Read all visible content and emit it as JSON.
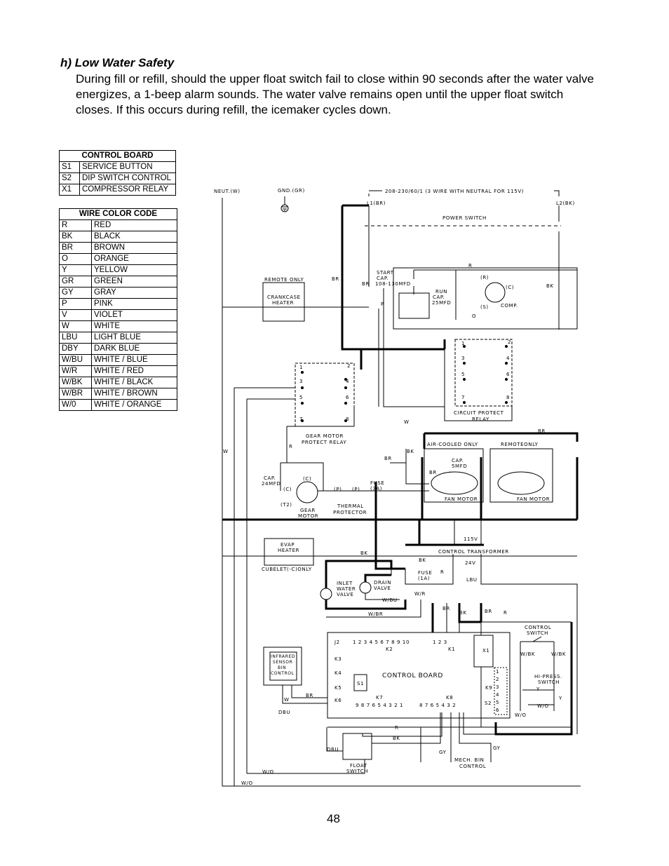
{
  "section": {
    "heading": "h) Low Water Safety",
    "body": "During fill or refill, should the upper float switch fail to close within 90 seconds after the water valve energizes, a 1-beep alarm sounds. The water valve remains open until the upper float switch closes. If this occurs during refill, the icemaker cycles down."
  },
  "control_board_table": {
    "title": "CONTROL BOARD",
    "rows": [
      {
        "code": "S1",
        "desc": "SERVICE BUTTON"
      },
      {
        "code": "S2",
        "desc": "DIP SWITCH CONTROL"
      },
      {
        "code": "X1",
        "desc": "COMPRESSOR RELAY"
      }
    ]
  },
  "wire_color_table": {
    "title": "WIRE COLOR CODE",
    "rows": [
      {
        "code": "R",
        "desc": "RED"
      },
      {
        "code": "BK",
        "desc": "BLACK"
      },
      {
        "code": "BR",
        "desc": "BROWN"
      },
      {
        "code": "O",
        "desc": "ORANGE"
      },
      {
        "code": "Y",
        "desc": "YELLOW"
      },
      {
        "code": "GR",
        "desc": "GREEN"
      },
      {
        "code": "GY",
        "desc": "GRAY"
      },
      {
        "code": "P",
        "desc": "PINK"
      },
      {
        "code": "V",
        "desc": "VIOLET"
      },
      {
        "code": "W",
        "desc": "WHITE"
      },
      {
        "code": "LBU",
        "desc": "LIGHT BLUE"
      },
      {
        "code": "DBY",
        "desc": "DARK BLUE"
      },
      {
        "code": "W/BU",
        "desc": "WHITE / BLUE"
      },
      {
        "code": "W/R",
        "desc": "WHITE / RED"
      },
      {
        "code": "W/BK",
        "desc": "WHITE / BLACK"
      },
      {
        "code": "W/BR",
        "desc": "WHITE / BROWN"
      },
      {
        "code": "W/0",
        "desc": "WHITE / ORANGE"
      }
    ]
  },
  "diagram": {
    "neut": "NEUT.(W)",
    "gnd": "GND.(GR)",
    "supply": "208-230/60/1 (3 WIRE WITH NEUTRAL FOR 115V)",
    "l1": "L1(BR)",
    "l2": "L2(BK)",
    "power_switch": "POWER SWITCH",
    "remote_only": "REMOTE ONLY",
    "crankcase_1": "CRANKCASE",
    "crankcase_2": "HEATER",
    "start_cap_1": "START",
    "start_cap_2": "CAP.",
    "start_cap_3": "108-130MFD",
    "run_cap_1": "RUN",
    "run_cap_2": "CAP.",
    "run_cap_3": "25MFD",
    "comp_r": "(R)",
    "comp_c": "(C)",
    "comp_s": "(S)",
    "comp": "COMP.",
    "circuit_relay_1": "CIRCUIT PROTECT",
    "circuit_relay_2": "RELAY",
    "gear_relay_1": "GEAR MOTOR",
    "gear_relay_2": "PROTECT RELAY",
    "air_cooled_only": "AIR-COOLED ONLY",
    "remote_only_2": "REMOTEONLY",
    "fan_cap_1": "CAP.",
    "fan_cap_2": "5MFD",
    "fan_motor": "FAN MOTOR",
    "gear_cap_1": "CAP.",
    "gear_cap_2": "24MFD",
    "gear_c": "(C)",
    "gear_c2": "(C)",
    "gear_t2": "(T2)",
    "gear_motor_1": "GEAR",
    "gear_motor_2": "MOTOR",
    "p1": "(P)",
    "p2": "(P)",
    "fuse_3a_1": "FUSE",
    "fuse_3a_2": "(3A)",
    "thermal_1": "THERMAL",
    "thermal_2": "PROTECTOR",
    "v115": "115V",
    "transformer": "CONTROL TRANSFORMER",
    "v24": "24V",
    "evap_1": "EVAP",
    "evap_2": "HEATER",
    "cubelet": "CUBELET(-C)ONLY",
    "fuse_1a_1": "FUSE",
    "fuse_1a_2": "(1A)",
    "inlet_1": "INLET",
    "inlet_2": "WATER",
    "inlet_3": "VALVE",
    "drain_1": "DRAIN",
    "drain_2": "VALVE",
    "control_board": "CONTROL BOARD",
    "control_switch_1": "CONTROL",
    "control_switch_2": "SWITCH",
    "hi_press_1": "HI-PRESS.",
    "hi_press_2": "SWITCH",
    "infrared_1": "INFRARED",
    "infrared_2": "SENSOR",
    "infrared_3": "BIN",
    "infrared_4": "CONTROL",
    "float_1": "FLOAT",
    "float_2": "SWITCH",
    "mech_bin_1": "MECH. BIN",
    "mech_bin_2": "CONTROL",
    "j2": "J2",
    "k3": "K3",
    "k4": "K4",
    "k5": "K5",
    "k6": "K6",
    "k7": "K7",
    "k8": "K8",
    "k9": "K9",
    "k1": "K1",
    "k2": "K2",
    "s1": "S1",
    "s2": "S2",
    "x1": "X1",
    "k2_pins": "1 2 3 4 5 6 7 8 9 10",
    "k1_pins": "1 2 3",
    "k7_pins": "9 8 7 6 5 4 3 2 1",
    "k8_pins": "8 7 6 5 4 3 2",
    "k9_pins": [
      "1",
      "2",
      "3",
      "4",
      "5",
      "6"
    ],
    "relay_pins": [
      "1",
      "2",
      "3",
      "4",
      "5",
      "6",
      "7",
      "8"
    ],
    "wire_labels": {
      "w": "W",
      "br": "BR",
      "bk": "BK",
      "r": "R",
      "p": "P",
      "o": "O",
      "lbu": "LBU",
      "w_bu": "W/BU",
      "w_r": "W/R",
      "w_br": "W/BR",
      "w_bk": "W/BK",
      "w_o": "W/O",
      "y": "Y",
      "gy": "GY",
      "dbu": "DBU"
    }
  },
  "page_number": "48"
}
